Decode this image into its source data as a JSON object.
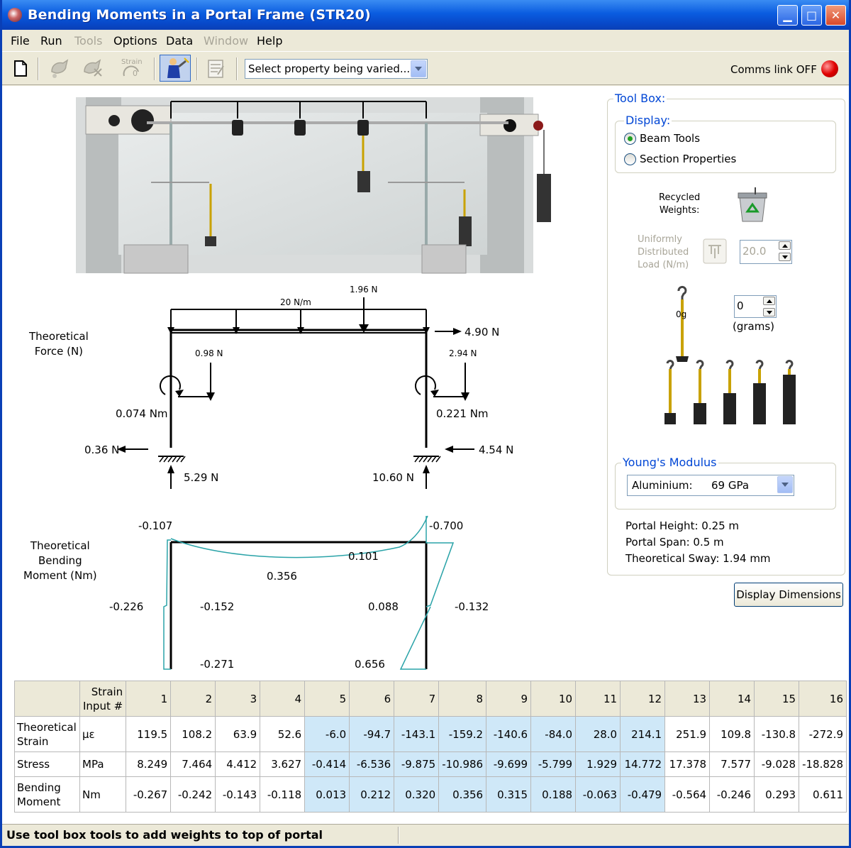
{
  "window": {
    "title": "Bending Moments in a Portal Frame (STR20)"
  },
  "menu": [
    {
      "label": "File",
      "enabled": true
    },
    {
      "label": "Run",
      "enabled": true
    },
    {
      "label": "Tools",
      "enabled": false
    },
    {
      "label": "Options",
      "enabled": true
    },
    {
      "label": "Data",
      "enabled": true
    },
    {
      "label": "Window",
      "enabled": false
    },
    {
      "label": "Help",
      "enabled": true
    }
  ],
  "toolbar": {
    "strain_label": "Strain",
    "property_select": "Select property being varied...",
    "comms_status": "Comms link OFF",
    "comms_color": "#e00000"
  },
  "force_diagram": {
    "label": "Theoretical\nForce (N)",
    "udl": "20 N/m",
    "point_load": "1.96 N",
    "sway_force": "4.90 N",
    "left_load": "0.98 N",
    "right_load": "2.94 N",
    "left_moment": "0.074 Nm",
    "right_moment": "0.221 Nm",
    "left_horizontal": "0.36 N",
    "right_horizontal": "4.54 N",
    "left_vertical": "5.29 N",
    "right_vertical": "10.60 N"
  },
  "moment_diagram": {
    "label": "Theoretical\nBending\nMoment (Nm)",
    "top_left": "-0.107",
    "top_right": "-0.700",
    "beam_near_right": "0.101",
    "beam_mid": "0.356",
    "left_outer": "-0.226",
    "left_inner": "-0.152",
    "right_inner": "0.088",
    "right_outer": "-0.132",
    "left_base": "-0.271",
    "right_base": "0.656",
    "line_color": "#2aa3a8"
  },
  "toolbox": {
    "title": "Tool Box:",
    "display_title": "Display:",
    "display_options": [
      "Beam Tools",
      "Section Properties"
    ],
    "display_selected": "Beam Tools",
    "recycled_label": "Recycled\nWeights:",
    "udl_label": "Uniformly\nDistributed\nLoad (N/m)",
    "udl_value": "20.0",
    "weight_label": "0g",
    "grams_value": "0",
    "grams_unit": "(grams)",
    "youngs_title": "Young's Modulus",
    "material": "Aluminium:",
    "modulus": "69 GPa",
    "portal_height": "Portal Height: 0.25 m",
    "portal_span": "Portal Span: 0.5 m",
    "sway": "Theoretical Sway: 1.94 mm",
    "display_dimensions": "Display Dimensions"
  },
  "table": {
    "input_header": "Strain\nInput #",
    "columns": [
      "1",
      "2",
      "3",
      "4",
      "5",
      "6",
      "7",
      "8",
      "9",
      "10",
      "11",
      "12",
      "13",
      "14",
      "15",
      "16"
    ],
    "highlight_columns": [
      "5",
      "6",
      "7",
      "8",
      "9",
      "10",
      "11",
      "12"
    ],
    "highlight_color": "#cfe8f8",
    "rows": [
      {
        "label": "Theoretical\nStrain",
        "unit": "µε",
        "values": [
          "119.5",
          "108.2",
          "63.9",
          "52.6",
          "-6.0",
          "-94.7",
          "-143.1",
          "-159.2",
          "-140.6",
          "-84.0",
          "28.0",
          "214.1",
          "251.9",
          "109.8",
          "-130.8",
          "-272.9"
        ]
      },
      {
        "label": "Stress",
        "unit": "MPa",
        "values": [
          "8.249",
          "7.464",
          "4.412",
          "3.627",
          "-0.414",
          "-6.536",
          "-9.875",
          "-10.986",
          "-9.699",
          "-5.799",
          "1.929",
          "14.772",
          "17.378",
          "7.577",
          "-9.028",
          "-18.828"
        ]
      },
      {
        "label": "Bending\nMoment",
        "unit": "Nm",
        "values": [
          "-0.267",
          "-0.242",
          "-0.143",
          "-0.118",
          "0.013",
          "0.212",
          "0.320",
          "0.356",
          "0.315",
          "0.188",
          "-0.063",
          "-0.479",
          "-0.564",
          "-0.246",
          "0.293",
          "0.611"
        ]
      }
    ]
  },
  "status": {
    "message": "Use tool box tools to add weights to top of portal"
  }
}
